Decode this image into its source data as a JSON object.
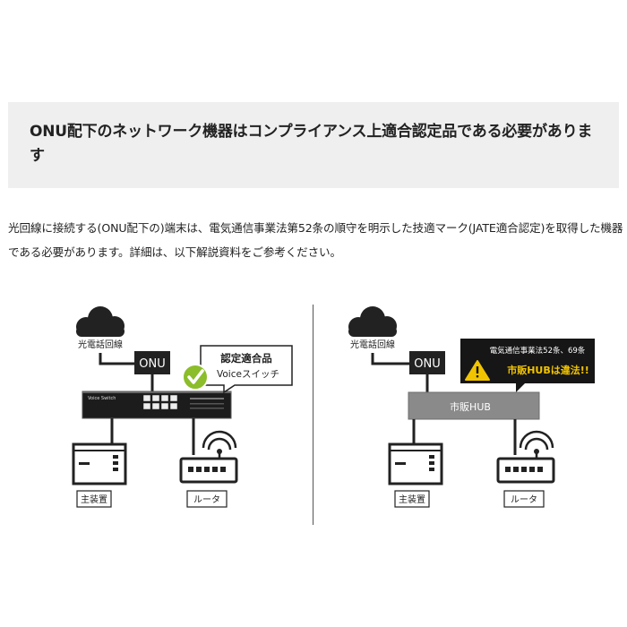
{
  "heading": "ONU配下のネットワーク機器はコンプライアンス上適合認定品である必要があります",
  "intro": "光回線に接続する(ONU配下の)端末は、電気通信事業法第52条の順守を明示した技適マーク(JATE適合認定)を取得した機器である必要があります。詳細は、以下解説資料をご参考ください。",
  "left_diagram": {
    "cloud_label": "光電話回線",
    "onu_label": "ONU",
    "callout_title": "認定適合品",
    "callout_subtitle": "Voiceスイッチ",
    "switch_brand": "Voice Switch",
    "device1_label": "主装置",
    "device2_label": "ルータ"
  },
  "right_diagram": {
    "cloud_label": "光電話回線",
    "onu_label": "ONU",
    "warning_title": "電気通信事業法52条、69条",
    "warning_text": "市販HUBは違法!!",
    "hub_label": "市販HUB",
    "device1_label": "主装置",
    "device2_label": "ルータ"
  },
  "colors": {
    "check_green": "#8cbd2a",
    "warning_yellow": "#f2c400",
    "warning_text": "#f2c400",
    "hub_gray": "#8a8a8a"
  }
}
